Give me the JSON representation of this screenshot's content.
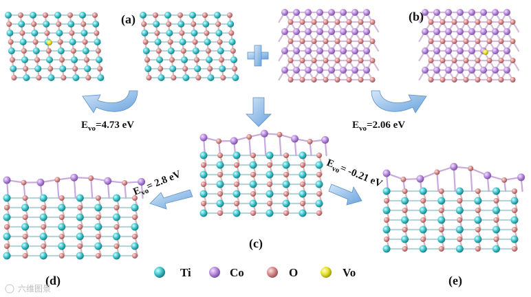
{
  "panels": {
    "a": "(a)",
    "b": "(b)",
    "c": "(c)",
    "d": "(d)",
    "e": "(e)"
  },
  "energies": {
    "a": {
      "prefix": "E",
      "sub": "vo",
      "value": "=4.73 eV"
    },
    "b": {
      "prefix": "E",
      "sub": "vo",
      "value": "=2.06 eV"
    },
    "d": {
      "prefix": "E",
      "sub": "vo",
      "value": "= 2.8 eV"
    },
    "e": {
      "prefix": "E",
      "sub": "vo",
      "value": "= -0.21 eV"
    }
  },
  "legend": [
    {
      "label": "Ti",
      "color": "#3fc8cf"
    },
    {
      "label": "Co",
      "color": "#b98ae0"
    },
    {
      "label": "O",
      "color": "#d98c8c"
    },
    {
      "label": "Vo",
      "color": "#e6e22a"
    }
  ],
  "colors": {
    "ti": "#3fc8cf",
    "co": "#b98ae0",
    "o": "#d98c8c",
    "vo": "#e6e22a",
    "arrow": "#7fb3e6"
  },
  "watermark": "六维图景"
}
